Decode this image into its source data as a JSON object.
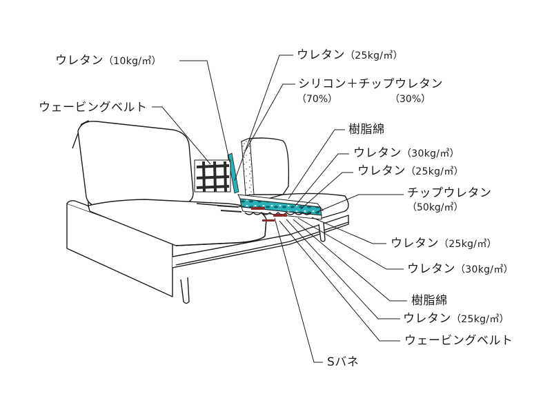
{
  "labels": {
    "urethane_back_10": {
      "name": "ウレタン",
      "spec": "（10kg/㎥）"
    },
    "webbing_back": {
      "name": "ウェービングベルト"
    },
    "urethane_arm_25": {
      "name": "ウレタン",
      "spec": "（25kg/㎥）"
    },
    "silicone_chip": {
      "name": "シリコン＋チップウレタン",
      "ratio_silicone": "（70%）",
      "ratio_chip": "（30%）"
    },
    "fiber_top": {
      "name": "樹脂綿"
    },
    "urethane_seat_30": {
      "name": "ウレタン",
      "spec": "（30kg/㎥）"
    },
    "urethane_seat_25": {
      "name": "ウレタン",
      "spec": "（25kg/㎥）"
    },
    "chip_urethane": {
      "name": "チップウレタン",
      "spec": "（50kg/㎥）"
    },
    "urethane_low_25": {
      "name": "ウレタン",
      "spec": "（25kg/㎥）"
    },
    "urethane_low_30": {
      "name": "ウレタン",
      "spec": "（30kg/㎥）"
    },
    "fiber_low": {
      "name": "樹脂綿"
    },
    "urethane_bottom_25": {
      "name": "ウレタン",
      "spec": "（25kg/㎥）"
    },
    "webbing_seat": {
      "name": "ウェービングベルト"
    },
    "s_spring": {
      "name": "Sバネ"
    }
  },
  "colors": {
    "line": "#1a1a1a",
    "teal": "#2ab0b8",
    "belt": "#2a2a2a",
    "spring_red": "#8b2c2c"
  }
}
